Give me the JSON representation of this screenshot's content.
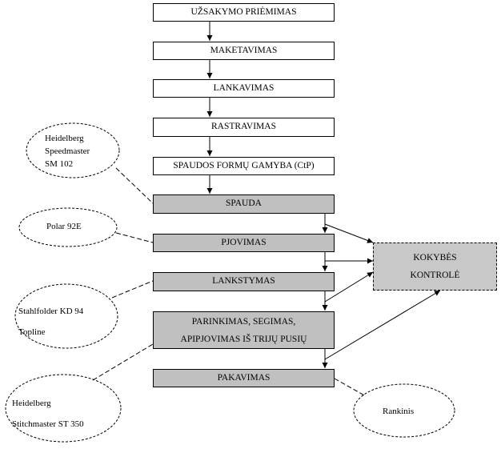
{
  "steps": {
    "uzsakymas": "UŽSAKYMO PRIĖMIMAS",
    "maketavimas": "MAKETAVIMAS",
    "lankavimas": "LANKAVIMAS",
    "rastravimas": "RASTRAVIMAS",
    "ctp": "SPAUDOS FORMŲ GAMYBA (CtP)",
    "spauda": "SPAUDA",
    "pjovimas": "PJOVIMAS",
    "lankstymas": "LANKSTYMAS",
    "parinkimas_1": "PARINKIMAS, SEGIMAS,",
    "parinkimas_2": "APIPJOVIMAS IŠ TRIJŲ PUSIŲ",
    "pakavimas": "PAKAVIMAS"
  },
  "quality": {
    "line1": "KOKYBĖS",
    "line2": "KONTROLĖ"
  },
  "equipment": {
    "speedmaster": [
      "Heidelberg",
      "Speedmaster",
      "SM 102"
    ],
    "polar": "Polar 92E",
    "stahlfolder": [
      "Stahlfolder  KD  94",
      "Topline"
    ],
    "stitchmaster": [
      "Heidelberg",
      "Stitchmaster ST 350"
    ],
    "rankinis": "Rankinis"
  }
}
